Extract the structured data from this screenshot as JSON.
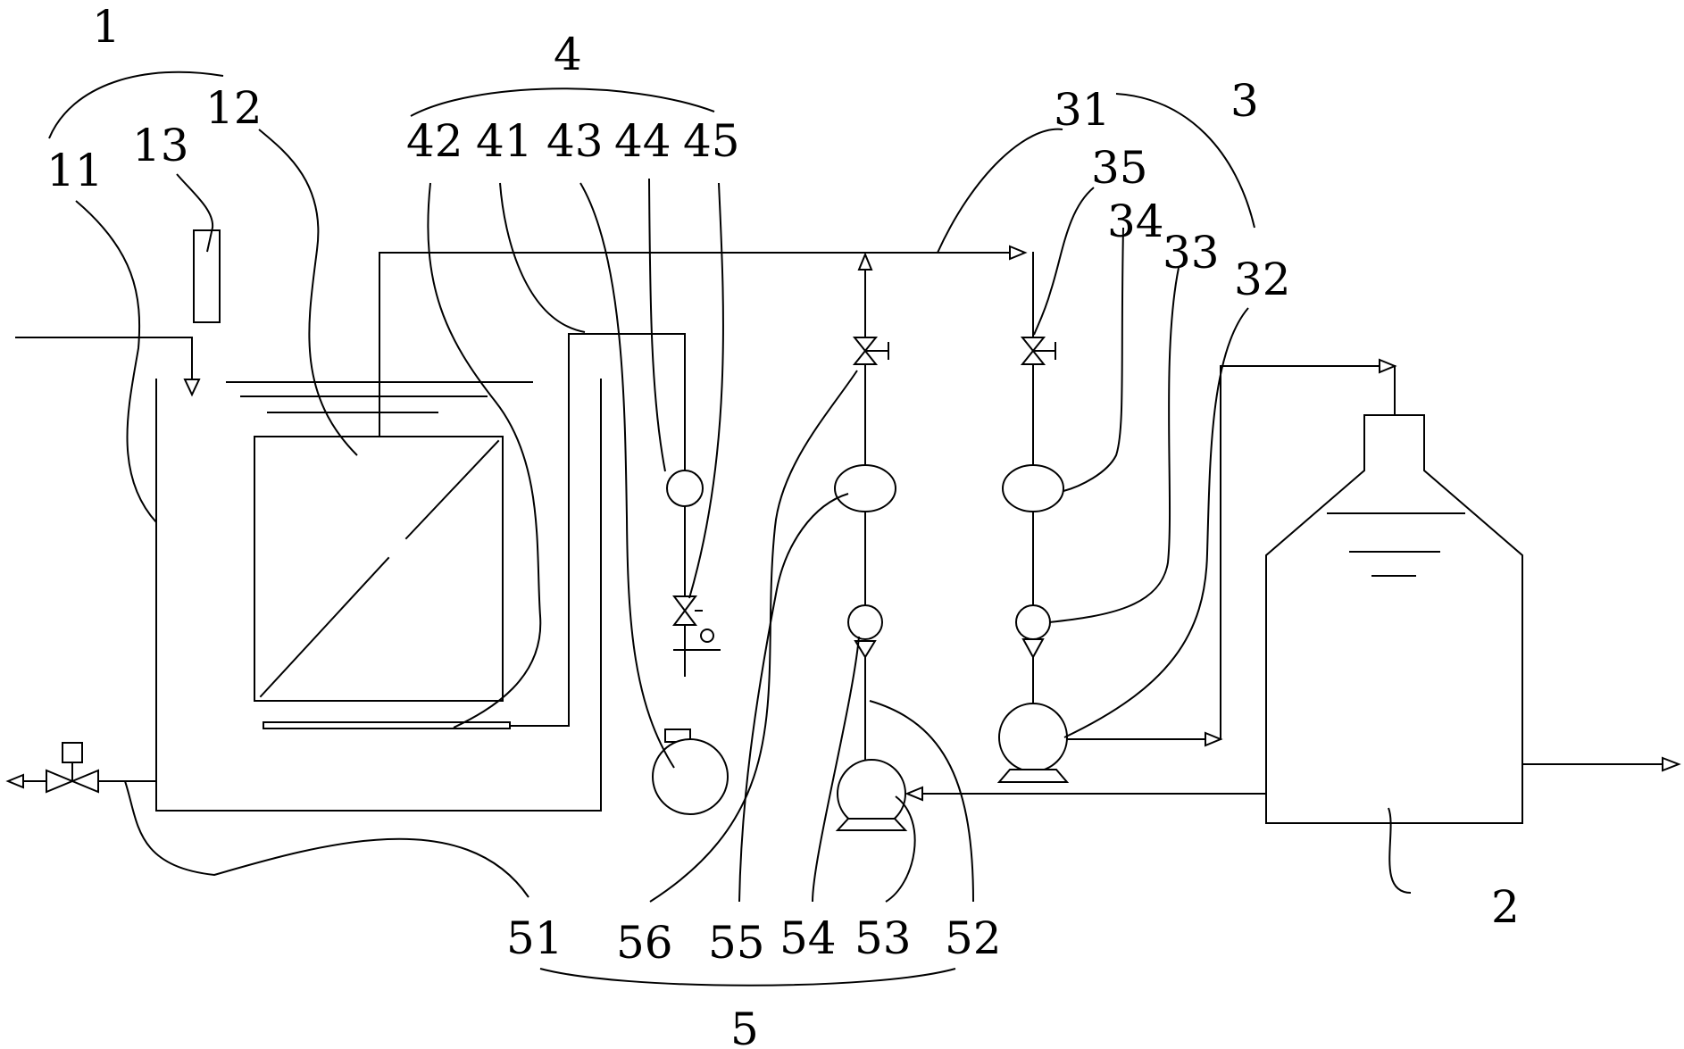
{
  "labels": {
    "l1": "1",
    "l11": "11",
    "l12": "12",
    "l13": "13",
    "l4": "4",
    "l41": "41",
    "l42": "42",
    "l43": "43",
    "l44": "44",
    "l45": "45",
    "l3": "3",
    "l31": "31",
    "l32": "32",
    "l33": "33",
    "l34": "34",
    "l35": "35",
    "l2": "2",
    "l5": "5",
    "l51": "51",
    "l52": "52",
    "l53": "53",
    "l54": "54",
    "l55": "55",
    "l56": "56"
  }
}
